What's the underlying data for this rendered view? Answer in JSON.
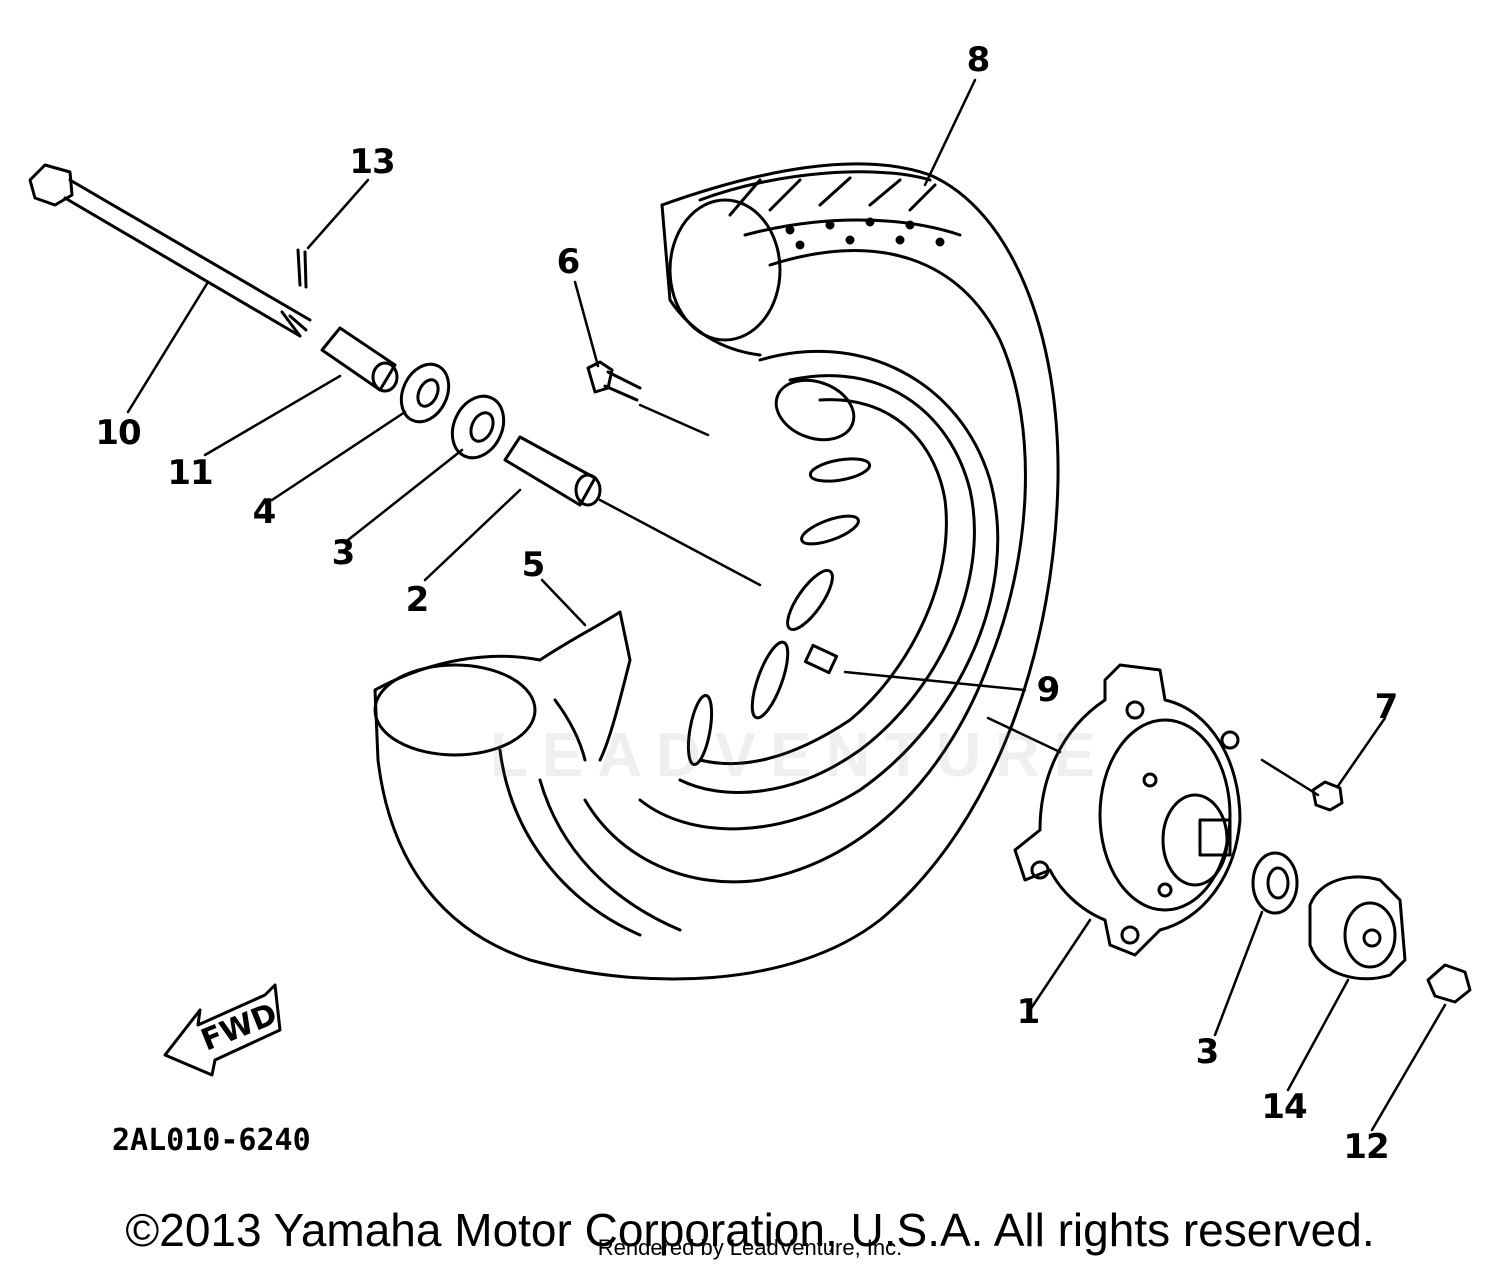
{
  "callouts": [
    {
      "id": "8",
      "label": "8"
    },
    {
      "id": "13",
      "label": "13"
    },
    {
      "id": "6",
      "label": "6"
    },
    {
      "id": "10",
      "label": "10"
    },
    {
      "id": "11",
      "label": "11"
    },
    {
      "id": "4",
      "label": "4"
    },
    {
      "id": "3a",
      "label": "3"
    },
    {
      "id": "2",
      "label": "2"
    },
    {
      "id": "5",
      "label": "5"
    },
    {
      "id": "9",
      "label": "9"
    },
    {
      "id": "7",
      "label": "7"
    },
    {
      "id": "1",
      "label": "1"
    },
    {
      "id": "3b",
      "label": "3"
    },
    {
      "id": "14",
      "label": "14"
    },
    {
      "id": "12",
      "label": "12"
    }
  ],
  "fwd_label": "FWD",
  "drawing_number": "2AL010-6240",
  "copyright": "©2013 Yamaha Motor Corporation, U.S.A. All rights reserved.",
  "rendered_by": "Rendered by LeadVenture, Inc.",
  "watermark": "LEADVENTURE",
  "colors": {
    "line": "#000000",
    "background": "#ffffff"
  }
}
